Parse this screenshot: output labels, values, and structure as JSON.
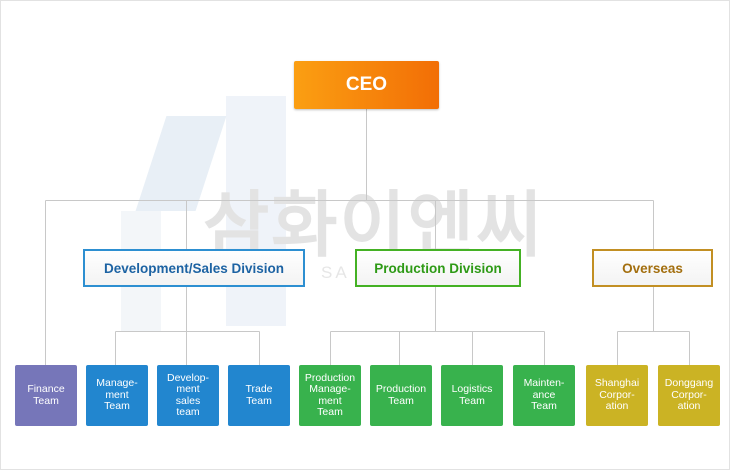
{
  "watermark": {
    "korean_text": "삼화이엔씨",
    "latin_text": "SA  H W  LTD"
  },
  "org_chart": {
    "ceo": {
      "label": "CEO"
    },
    "divisions": [
      {
        "id": "development-sales",
        "label": "Development/Sales Division",
        "color": "#2d8fd1"
      },
      {
        "id": "production",
        "label": "Production Division",
        "color": "#44b124"
      },
      {
        "id": "overseas",
        "label": "Overseas",
        "color": "#c28f23"
      }
    ],
    "teams": [
      {
        "id": "finance",
        "label": "Finance\nTeam",
        "color": "#7676b9",
        "parent": "ceo"
      },
      {
        "id": "management",
        "label": "Manage-\nment\nTeam",
        "color": "#2286cf",
        "parent": "development-sales"
      },
      {
        "id": "development-sales-team",
        "label": "Develop-\nment\nsales\nteam",
        "color": "#2286cf",
        "parent": "development-sales"
      },
      {
        "id": "trade",
        "label": "Trade\nTeam",
        "color": "#2286cf",
        "parent": "development-sales"
      },
      {
        "id": "production-management",
        "label": "Production\nManage-\nment\nTeam",
        "color": "#38b24d",
        "parent": "production"
      },
      {
        "id": "production-team",
        "label": "Production\nTeam",
        "color": "#38b24d",
        "parent": "production"
      },
      {
        "id": "logistics",
        "label": "Logistics\nTeam",
        "color": "#38b24d",
        "parent": "production"
      },
      {
        "id": "maintenance",
        "label": "Mainten-\nance\nTeam",
        "color": "#38b24d",
        "parent": "production"
      },
      {
        "id": "shanghai",
        "label": "Shanghai\nCorpor-\nation",
        "color": "#cbb324",
        "parent": "overseas"
      },
      {
        "id": "donggang",
        "label": "Donggang\nCorpor-\nation",
        "color": "#cbb324",
        "parent": "overseas"
      }
    ]
  }
}
